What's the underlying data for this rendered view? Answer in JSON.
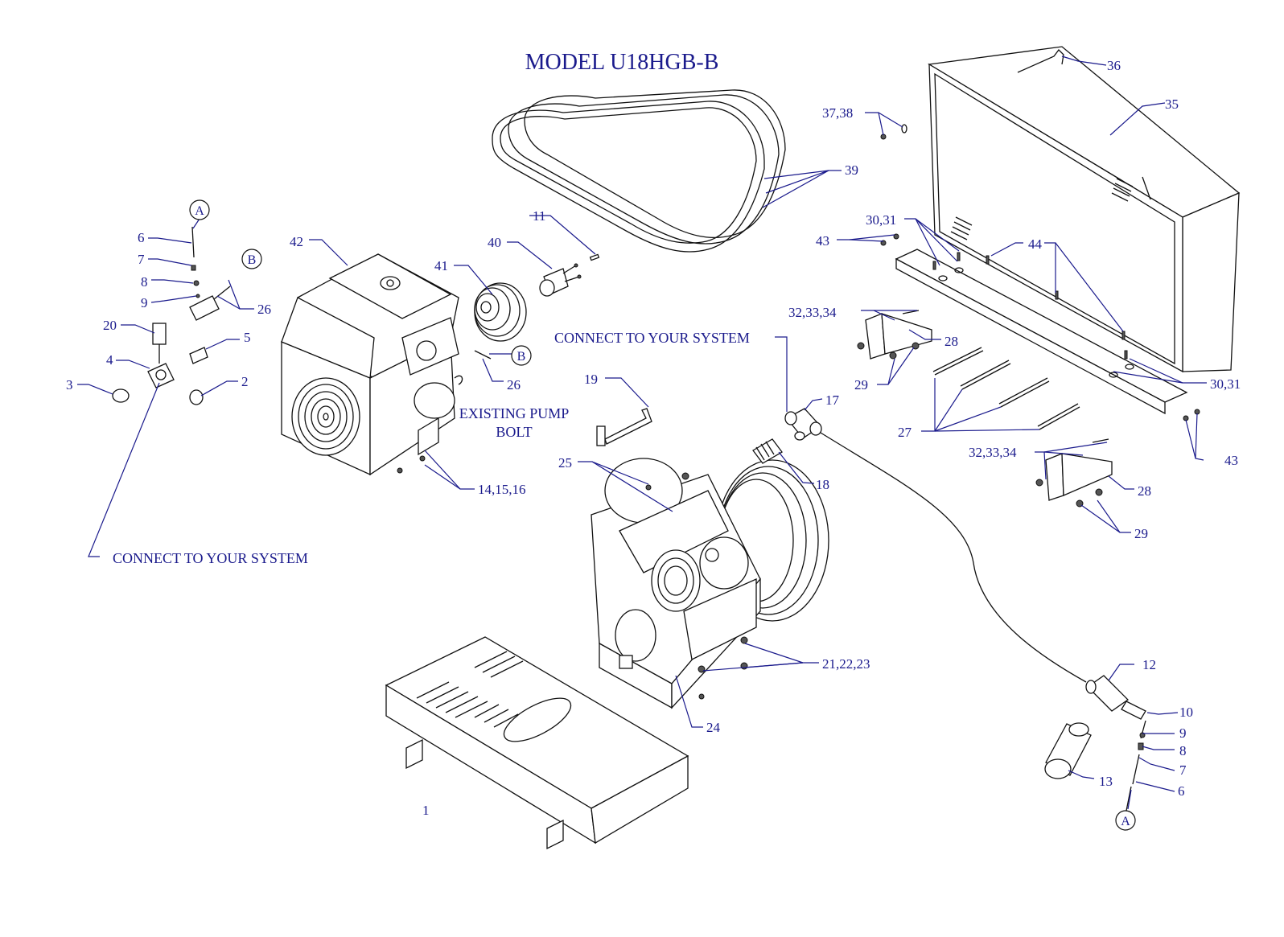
{
  "title": "MODEL U18HGB-B",
  "colors": {
    "label": "#1a1a8c",
    "line": "#111111",
    "background": "#ffffff"
  },
  "notes": {
    "connect_left": "CONNECT TO YOUR SYSTEM",
    "connect_top": "CONNECT TO YOUR SYSTEM",
    "existing_bolt_line1": "EXISTING PUMP",
    "existing_bolt_line2": "BOLT"
  },
  "callouts": {
    "c1": "1",
    "c2": "2",
    "c3": "3",
    "c4": "4",
    "c5": "5",
    "c6a": "6",
    "c6b": "6",
    "c7a": "7",
    "c7b": "7",
    "c8a": "8",
    "c8b": "8",
    "c9a": "9",
    "c9b": "9",
    "c10": "10",
    "c11": "11",
    "c12": "12",
    "c13": "13",
    "c14": "14,15,16",
    "c17": "17",
    "c18": "18",
    "c19": "19",
    "c20": "20",
    "c21": "21,22,23",
    "c24": "24",
    "c25": "25",
    "c26a": "26",
    "c26b": "26",
    "c27": "27",
    "c28a": "28",
    "c28b": "28",
    "c29a": "29",
    "c29b": "29",
    "c30a": "30,31",
    "c30b": "30,31",
    "c32a": "32,33,34",
    "c32b": "32,33,34",
    "c35": "35",
    "c36": "36",
    "c37": "37,38",
    "c39": "39",
    "c40": "40",
    "c41": "41",
    "c42": "42",
    "c43a": "43",
    "c43b": "43",
    "c44": "44"
  },
  "ref_markers": {
    "a_top": "A",
    "a_bottom": "A",
    "b_top": "B",
    "b_mid": "B"
  },
  "parts": {
    "base_plate": "1",
    "belt_guard": "35",
    "belts": "39",
    "engine": "42",
    "pulley": "41",
    "bushing": "40",
    "pump": "24",
    "tank_cylinder": "13",
    "springs": "27"
  }
}
